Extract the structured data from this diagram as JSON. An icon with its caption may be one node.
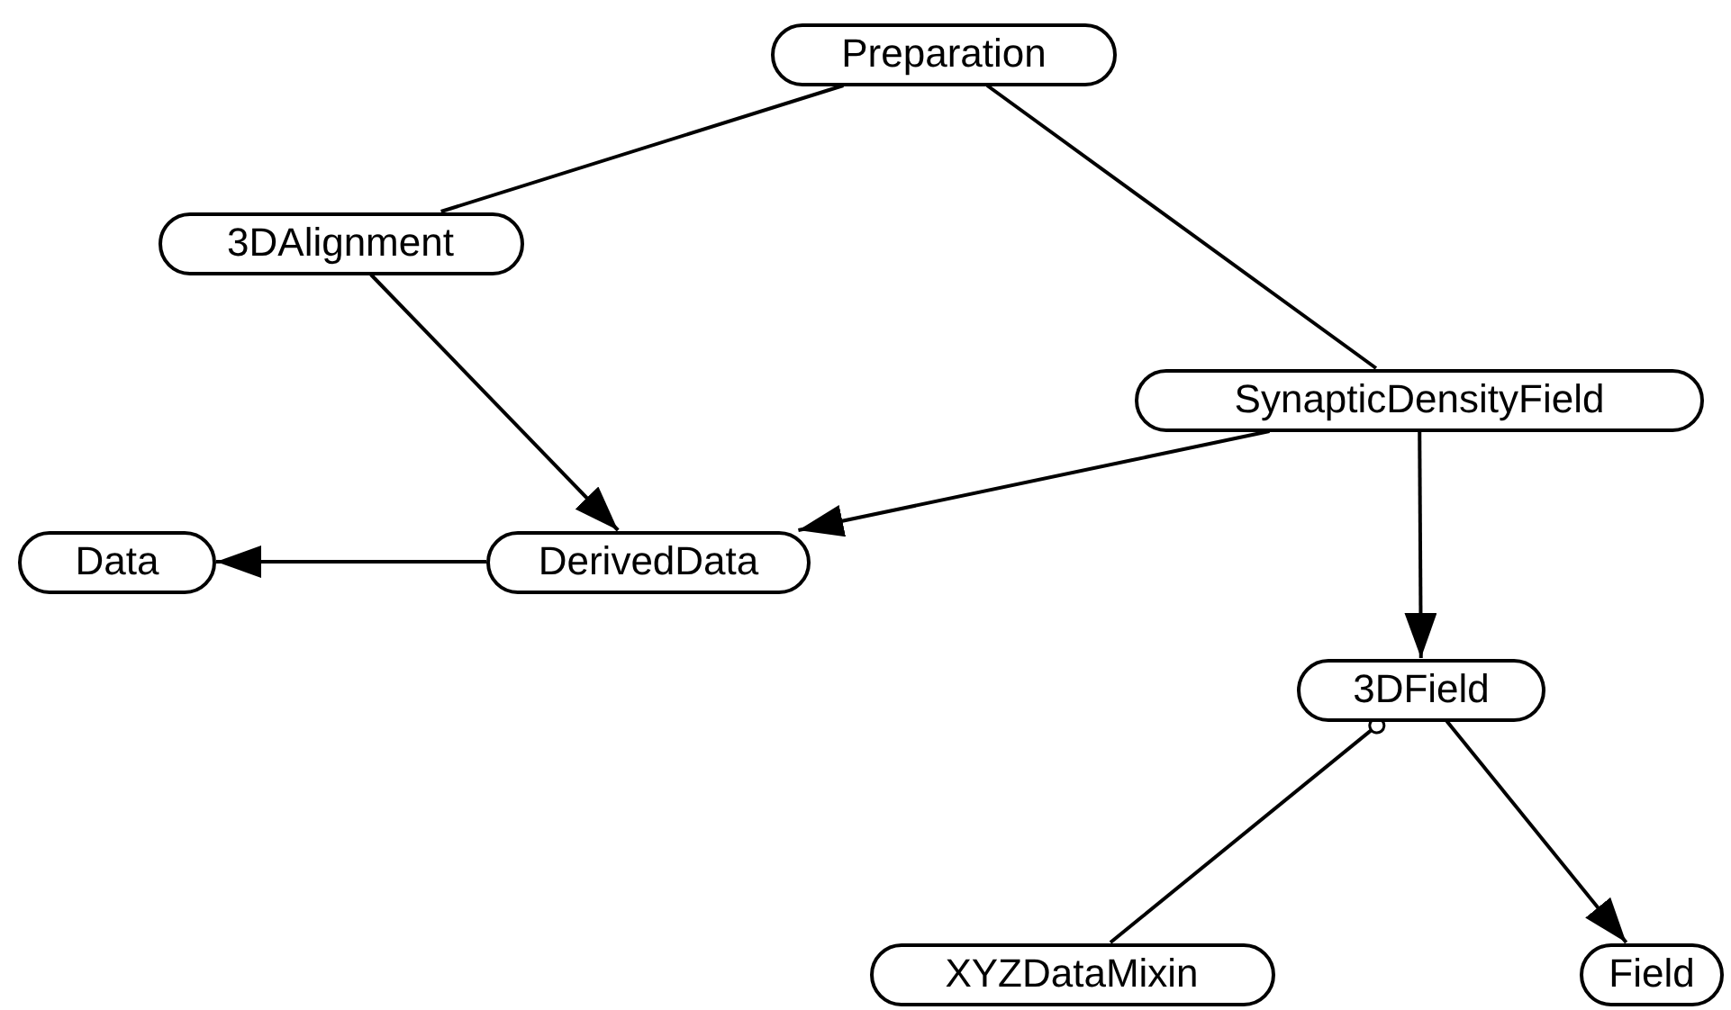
{
  "diagram": {
    "nodes": [
      {
        "text": [
          "Preparation"
        ]
      },
      {
        "text": [
          "3DAlignment"
        ]
      },
      {
        "text": [
          "SynapticDensityField"
        ]
      },
      {
        "text": [
          "Data"
        ]
      },
      {
        "text": [
          "DerivedData"
        ]
      },
      {
        "text": [
          "3DField"
        ]
      },
      {
        "text": [
          "XYZDataMixin"
        ]
      },
      {
        "text": [
          "Field"
        ]
      }
    ],
    "edges": [
      {
        "from": 0,
        "to": 1,
        "arrow": "none"
      },
      {
        "from": 0,
        "to": 2,
        "arrow": "none"
      },
      {
        "from": 1,
        "to": 4,
        "arrow": "to"
      },
      {
        "from": 2,
        "to": 4,
        "arrow": "to"
      },
      {
        "from": 4,
        "to": 3,
        "arrow": "to"
      },
      {
        "from": 2,
        "to": 5,
        "arrow": "to"
      },
      {
        "from": 6,
        "to": 5,
        "arrow": "other"
      },
      {
        "from": 5,
        "to": 7,
        "arrow": "to"
      }
    ]
  }
}
